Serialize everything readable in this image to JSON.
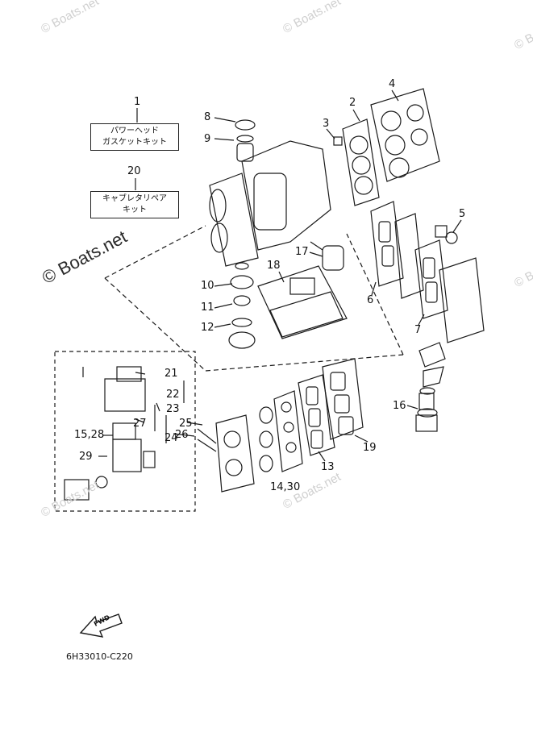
{
  "watermarks": {
    "small": "© Boats.net",
    "big": "© Boats.net"
  },
  "callouts": [
    {
      "id": "c1",
      "text": "1"
    },
    {
      "id": "c2",
      "text": "2"
    },
    {
      "id": "c3",
      "text": "3"
    },
    {
      "id": "c4",
      "text": "4"
    },
    {
      "id": "c5",
      "text": "5"
    },
    {
      "id": "c6",
      "text": "6"
    },
    {
      "id": "c7",
      "text": "7"
    },
    {
      "id": "c8",
      "text": "8"
    },
    {
      "id": "c9",
      "text": "9"
    },
    {
      "id": "c10",
      "text": "10"
    },
    {
      "id": "c11",
      "text": "11"
    },
    {
      "id": "c12",
      "text": "12"
    },
    {
      "id": "c13",
      "text": "13"
    },
    {
      "id": "c14",
      "text": "14,30"
    },
    {
      "id": "c15",
      "text": "15,28"
    },
    {
      "id": "c16",
      "text": "16"
    },
    {
      "id": "c17",
      "text": "17"
    },
    {
      "id": "c18",
      "text": "18"
    },
    {
      "id": "c19",
      "text": "19"
    },
    {
      "id": "c20",
      "text": "20"
    },
    {
      "id": "c21",
      "text": "21"
    },
    {
      "id": "c22",
      "text": "22"
    },
    {
      "id": "c23",
      "text": "23"
    },
    {
      "id": "c24",
      "text": "24"
    },
    {
      "id": "c25",
      "text": "25"
    },
    {
      "id": "c26",
      "text": "26"
    },
    {
      "id": "c27",
      "text": "27"
    },
    {
      "id": "c29",
      "text": "29"
    }
  ],
  "kits": {
    "power_head_line1": "パワーヘッド",
    "power_head_line2": "ガスケットキット",
    "carb_line1": "キャブレタリペア",
    "carb_line2": "キット"
  },
  "fwd_label": "FWD",
  "diagram_code": "6H33010-C220"
}
